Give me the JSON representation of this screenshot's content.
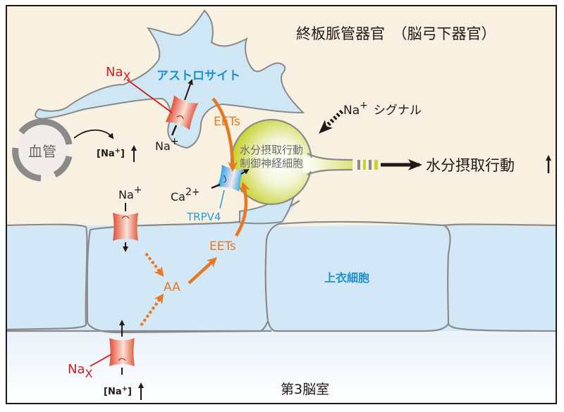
{
  "title": "終板脈管器官　（脳弓下器官）",
  "regions": {
    "extracellular": "終板脈管器官（脳弓下器官）",
    "ependymal_cells": "上衣細胞",
    "third_ventricle": "第3脳室",
    "blood_vessel": "血管",
    "astrocyte": "アストロサイト",
    "neuron": [
      "水分摂取行動",
      "制御神経細胞"
    ]
  },
  "labels": {
    "nax": "Na",
    "nax_sub": "X",
    "na_plus": "Na",
    "plus": "+",
    "ca": "Ca",
    "ca_sup": "2+",
    "trpv4": "TRPV4",
    "eets": "EETs",
    "aa": "AA",
    "na_conc": "[Na",
    "na_conc_close": "]",
    "na_signal": "シグナル",
    "outcome": "水分摂取行動"
  },
  "colors": {
    "background": "#f8f0e0",
    "ependymal": "#d3e8f6",
    "ventricle_top": "#eef4fa",
    "astrocyte": "#cfe6f5",
    "outline": "#8a8a8a",
    "nax_red": "#d7191f",
    "channel": "#e0604a",
    "trpv4_blue": "#1fa0dc",
    "pathway_orange": "#e87722",
    "neuron_yellow": "#c8d22a",
    "text_dark": "#231815",
    "astro_text": "#1e90d0"
  }
}
